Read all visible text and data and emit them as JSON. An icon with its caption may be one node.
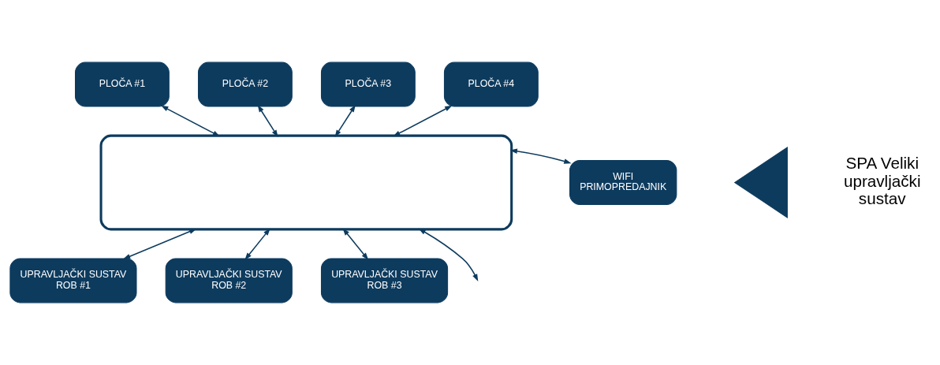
{
  "diagram": {
    "nodes": [
      {
        "text": [
          "PLOČA #1"
        ]
      },
      {
        "text": [
          "PLOČA #2"
        ]
      },
      {
        "text": [
          "PLOČA #3"
        ]
      },
      {
        "text": [
          "PLOČA #4"
        ]
      },
      {
        "text": [],
        "shape": "bus"
      },
      {
        "text": [
          "WIFI PRIMOPREDAJNIK"
        ]
      },
      {
        "text": [],
        "shape": "triangle",
        "beside": [
          "SPA Veliki upravljački sustav"
        ]
      },
      {
        "text": [
          "UPRAVLJAČKI SUSTAV ROB #1"
        ]
      },
      {
        "text": [
          "UPRAVLJAČKI SUSTAV ROB #2"
        ]
      },
      {
        "text": [
          "UPRAVLJAČKI SUSTAV ROB #3"
        ]
      }
    ],
    "edges": [
      {
        "from": 0,
        "to": 4,
        "arrow": "both"
      },
      {
        "from": 1,
        "to": 4,
        "arrow": "both"
      },
      {
        "from": 2,
        "to": 4,
        "arrow": "both"
      },
      {
        "from": 3,
        "to": 4,
        "arrow": "both"
      },
      {
        "from": 4,
        "to": null,
        "arrow": "both"
      },
      {
        "from": 4,
        "to": 5,
        "arrow": "both"
      },
      {
        "from": 4,
        "to": 7,
        "arrow": "both"
      },
      {
        "from": 4,
        "to": 8,
        "arrow": "both"
      },
      {
        "from": 4,
        "to": 9,
        "arrow": "both"
      }
    ]
  }
}
